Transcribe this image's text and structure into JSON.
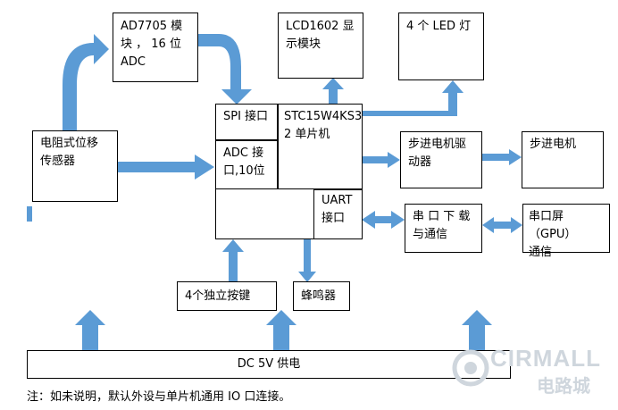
{
  "colors": {
    "arrow": "#5b9bd5",
    "border": "#000000",
    "watermark": "#cfd6dd"
  },
  "blocks": {
    "ad7705": "AD7705  模\n块 ， 16 位\nADC",
    "sensor": "电阻式位移\n传感器",
    "lcd": "LCD1602  显\n示模块",
    "led": "4 个 LED 灯",
    "spi": "SPI 接口",
    "adc": "ADC 接\n口,10位",
    "mcu": "STC15W4KS3\n2 单片机",
    "uart": "UART\n接口",
    "stepper_driver": "步进电机驱\n动器",
    "stepper_motor": "步进电机",
    "serial": "串 口 下 载\n与通信",
    "screen": "串口屏（GPU）\n通信",
    "keys": "4个独立按键",
    "buzzer": "蜂鸣器",
    "power": "DC 5V 供电"
  },
  "note": "注：如未说明，默认外设与单片机通用 IO 口连接。",
  "watermark": {
    "brand": "CIRMALL",
    "sub": "电路城"
  }
}
